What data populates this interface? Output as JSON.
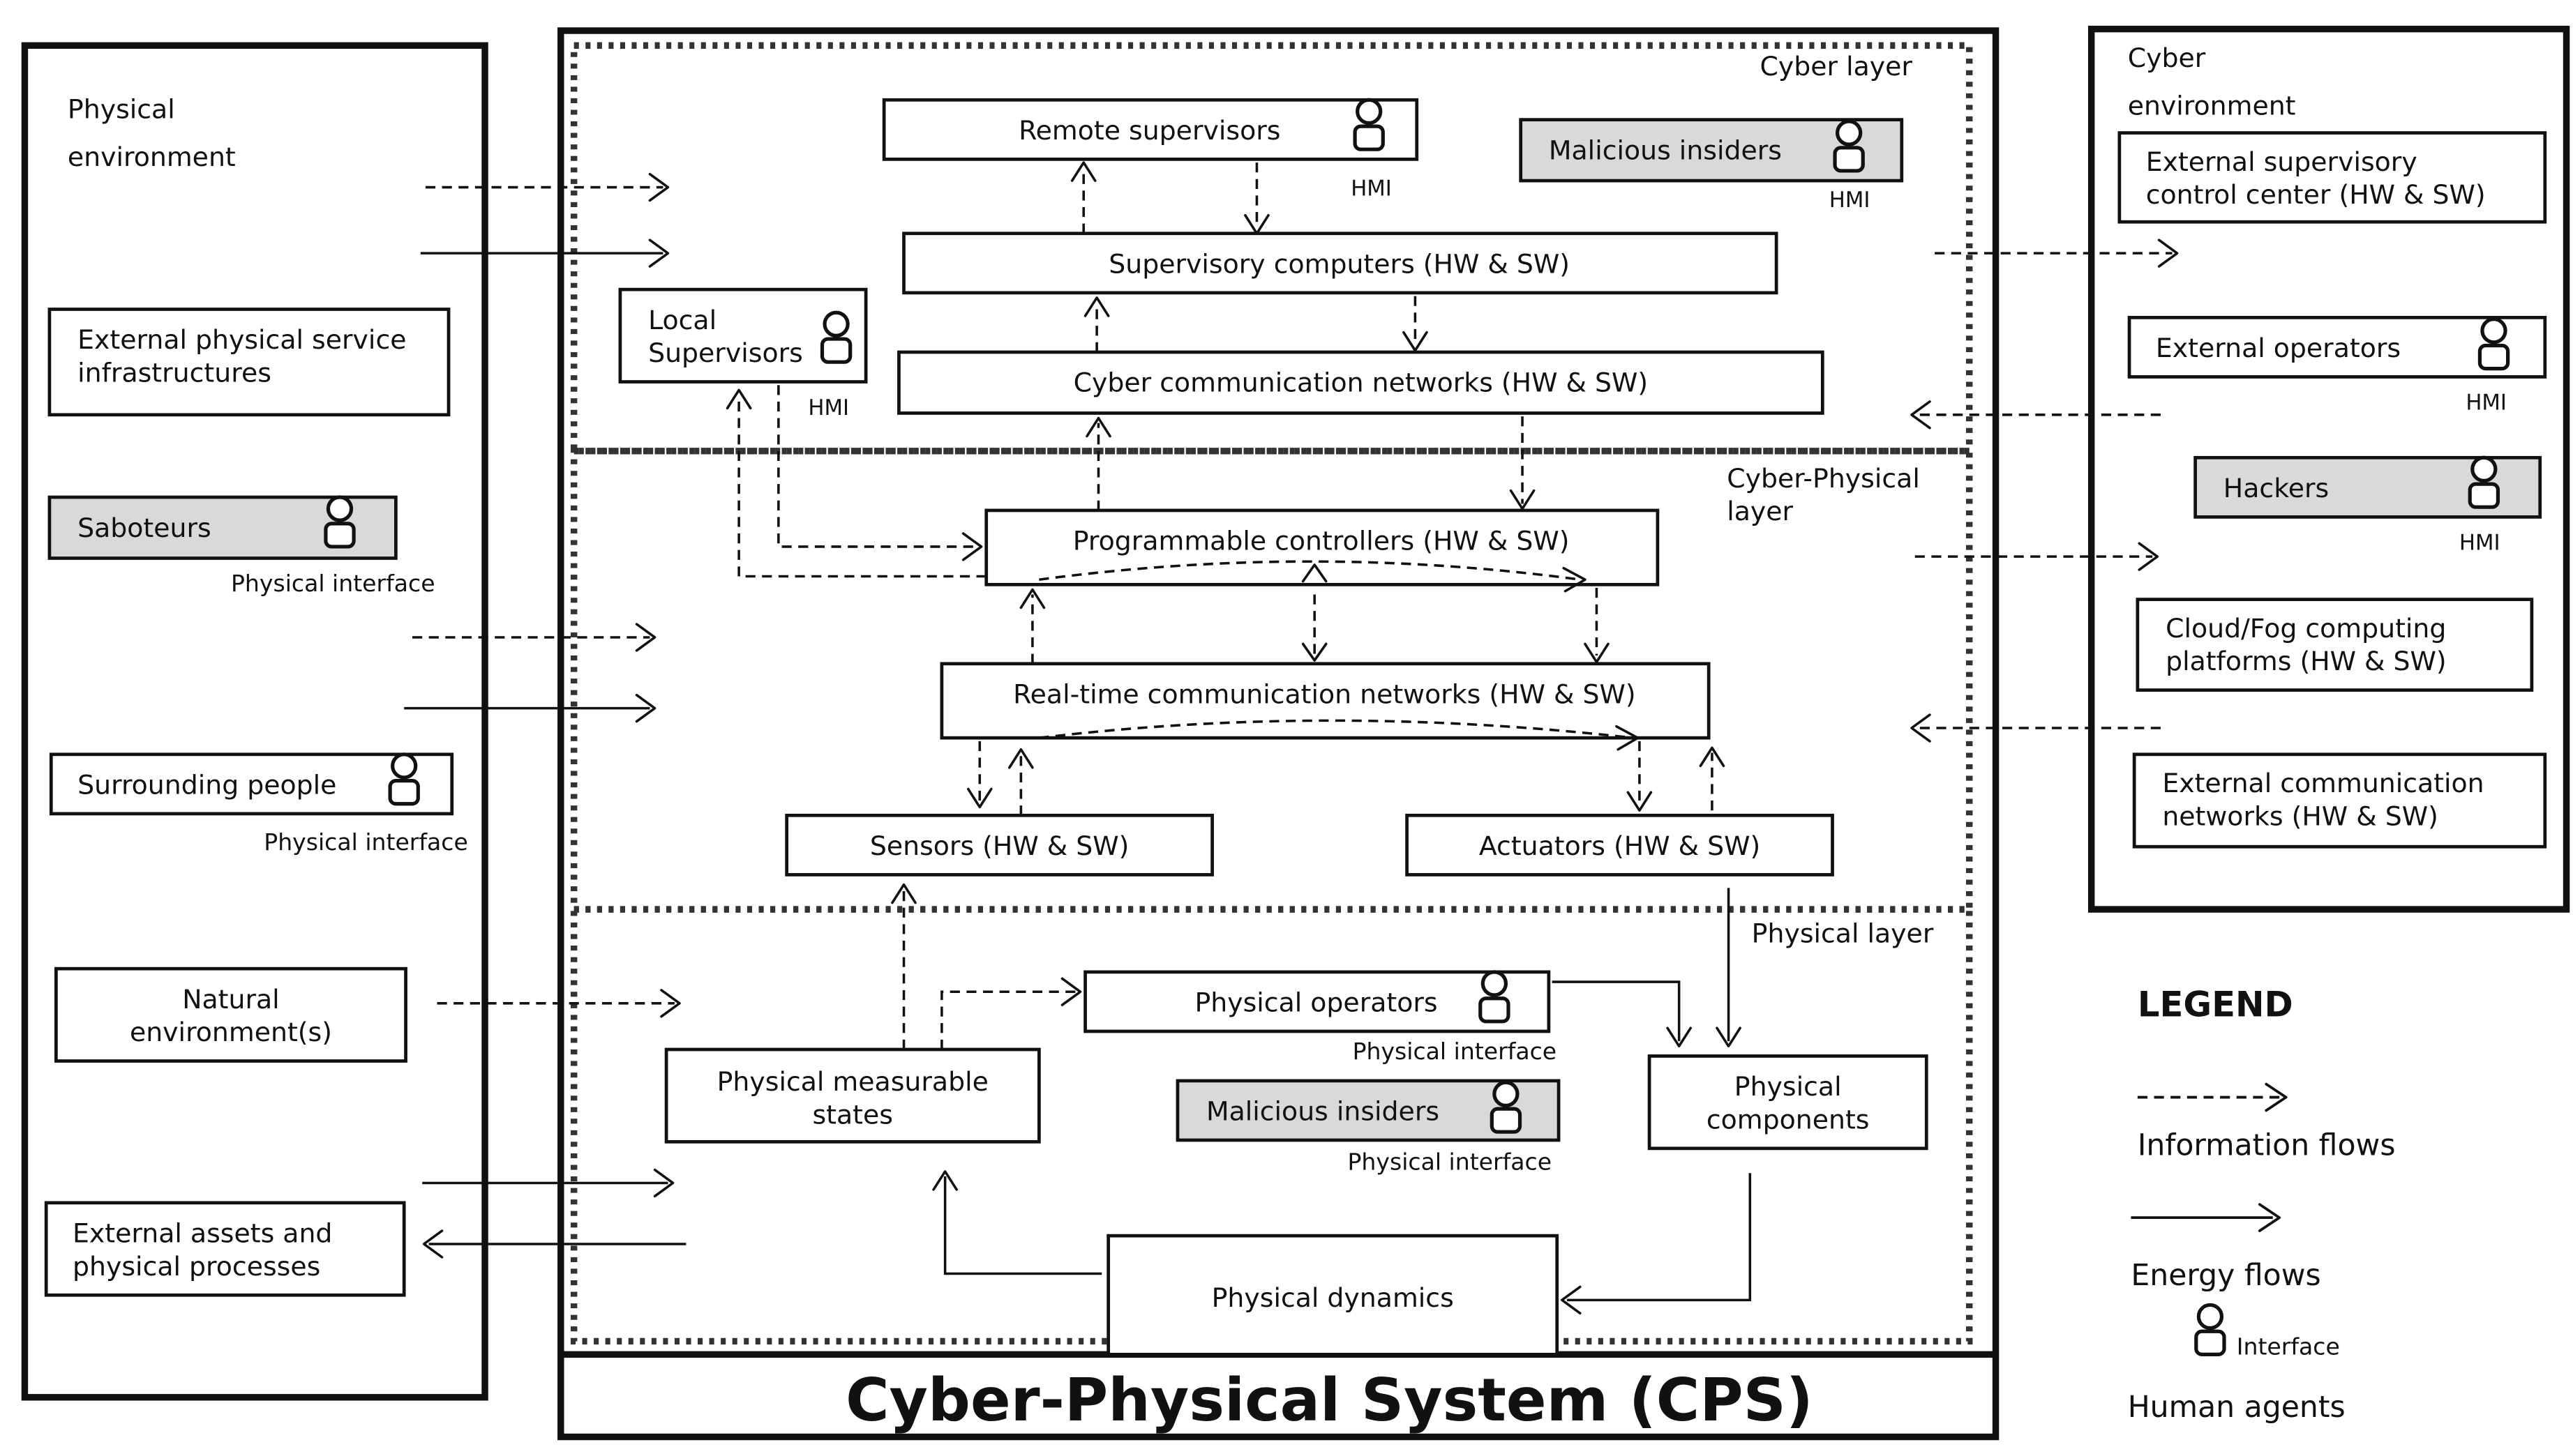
{
  "physical_environment": {
    "title_line1": "Physical",
    "title_line2": "environment",
    "ext_services_line1": "External physical service",
    "ext_services_line2": "infrastructures",
    "saboteurs": "Saboteurs",
    "saboteurs_interface": "Physical interface",
    "surrounding_people": "Surrounding people",
    "surrounding_interface": "Physical interface",
    "natural_line1": "Natural",
    "natural_line2": "environment(s)",
    "ext_assets_line1": "External assets and",
    "ext_assets_line2": "physical processes"
  },
  "cps": {
    "title": "Cyber-Physical System (CPS)",
    "cyber_layer": {
      "label": "Cyber layer",
      "remote_supervisors": "Remote supervisors",
      "remote_hmi": "HMI",
      "malicious_insiders": "Malicious insiders",
      "malicious_hmi": "HMI",
      "supervisory_computers": "Supervisory computers (HW & SW)",
      "local_supervisors_line1": "Local",
      "local_supervisors_line2": "Supervisors",
      "local_hmi": "HMI",
      "cyber_networks": "Cyber communication networks (HW & SW)"
    },
    "cyber_physical_layer": {
      "label_line1": "Cyber-Physical",
      "label_line2": "layer",
      "programmable_controllers": "Programmable controllers (HW & SW)",
      "realtime_networks": "Real-time communication networks (HW & SW)",
      "sensors": "Sensors (HW & SW)",
      "actuators": "Actuators (HW & SW)"
    },
    "physical_layer": {
      "label": "Physical layer",
      "physical_operators": "Physical operators",
      "operators_interface": "Physical interface",
      "malicious_insiders": "Malicious insiders",
      "insiders_interface": "Physical interface",
      "measurable_line1": "Physical measurable",
      "measurable_line2": "states",
      "components_line1": "Physical",
      "components_line2": "components",
      "dynamics": "Physical dynamics"
    }
  },
  "cyber_environment": {
    "title_line1": "Cyber",
    "title_line2": "environment",
    "supervisory_center_line1": "External supervisory",
    "supervisory_center_line2": "control center (HW & SW)",
    "external_operators": "External operators",
    "operators_hmi": "HMI",
    "hackers": "Hackers",
    "hackers_hmi": "HMI",
    "cloud_line1": "Cloud/Fog computing",
    "cloud_line2": "platforms (HW & SW)",
    "ext_networks_line1": "External communication",
    "ext_networks_line2": "networks (HW & SW)"
  },
  "legend": {
    "title": "LEGEND",
    "information_flows": "Information flows",
    "energy_flows": "Energy flows",
    "interface": "Interface",
    "human_agents": "Human agents"
  },
  "colors": {
    "box_fill": "#ffffff",
    "agent_grey": "#d9d9d9",
    "line": "#111111"
  },
  "icons": {
    "person": "person-icon"
  }
}
